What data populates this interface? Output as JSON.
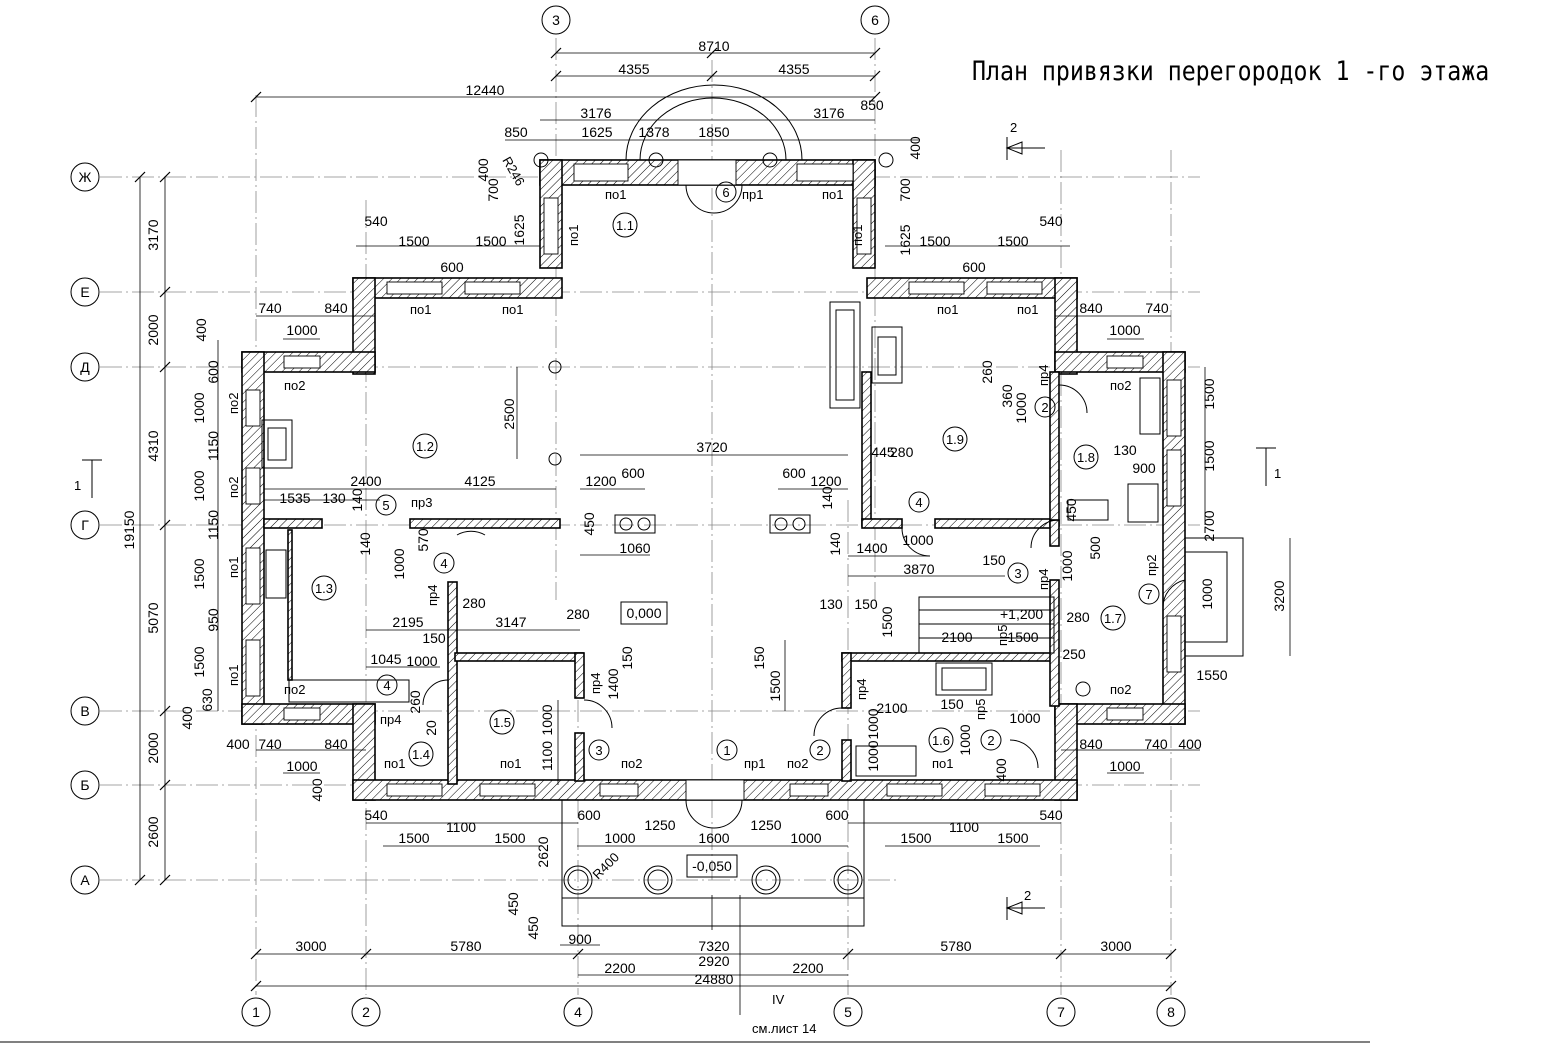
{
  "title": "План привязки перегородок 1 -го этажа",
  "axes_vertical": [
    "1",
    "2",
    "3",
    "4",
    "5",
    "6",
    "7",
    "8"
  ],
  "axes_horizontal": [
    "Ж",
    "Е",
    "Д",
    "Г",
    "В",
    "Б",
    "А"
  ],
  "rooms": [
    "1.1",
    "1.2",
    "1.3",
    "1.4",
    "1.5",
    "1.6",
    "1.7",
    "1.8",
    "1.9"
  ],
  "marks": {
    "po1": "по1",
    "po2": "по2",
    "pr1": "пр1",
    "pr2": "пр2",
    "pr3": "пр3",
    "pr4": "пр4",
    "pr5": "пр5",
    "elev_0": "0,000",
    "elev_minus": "-0,050",
    "elev_plus": "+1,200",
    "section_1": "1",
    "section_2": "2",
    "view_iv": "IV",
    "see_sheet": "см.лист 14",
    "radius_246": "R246",
    "radius_400": "R400"
  },
  "door_numbers": [
    "1",
    "2",
    "3",
    "4",
    "5",
    "6",
    "7"
  ],
  "dimensions": {
    "top_total": "8710",
    "top_half_l": "4355",
    "top_half_r": "4355",
    "overall_width_top": "12440",
    "d3176": "3176",
    "d850": "850",
    "d1625": "1625",
    "d1378": "1378",
    "d1850": "1850",
    "d400": "400",
    "d700": "700",
    "d540": "540",
    "d1500": "1500",
    "d600": "600",
    "d740": "740",
    "d840": "840",
    "d1000": "1000",
    "d1150": "1150",
    "d950": "950",
    "d630": "630",
    "d260": "260",
    "d360": "360",
    "d2500": "2500",
    "d3720": "3720",
    "d2400": "2400",
    "d4125": "4125",
    "d1535": "1535",
    "d130": "130",
    "d140": "140",
    "d1200": "1200",
    "d450": "450",
    "d1060": "1060",
    "d570": "570",
    "d280": "280",
    "d445": "445",
    "d1400": "1400",
    "d3870": "3870",
    "d150": "150",
    "d500": "500",
    "d2700": "2700",
    "d3200": "3200",
    "d1550": "1550",
    "d900": "900",
    "d2195": "2195",
    "d3147": "3147",
    "d1045": "1045",
    "d2100": "2100",
    "d250": "250",
    "d20": "20",
    "d1100": "1100",
    "d1250": "1250",
    "d1600": "1600",
    "d2620": "2620",
    "d3000": "3000",
    "d5780": "5780",
    "d7320": "7320",
    "d2920": "2920",
    "d2200": "2200",
    "d24880": "24880",
    "d3170": "3170",
    "d2000": "2000",
    "d4310": "4310",
    "d5070": "5070",
    "d2600": "2600",
    "d19150": "19150"
  }
}
